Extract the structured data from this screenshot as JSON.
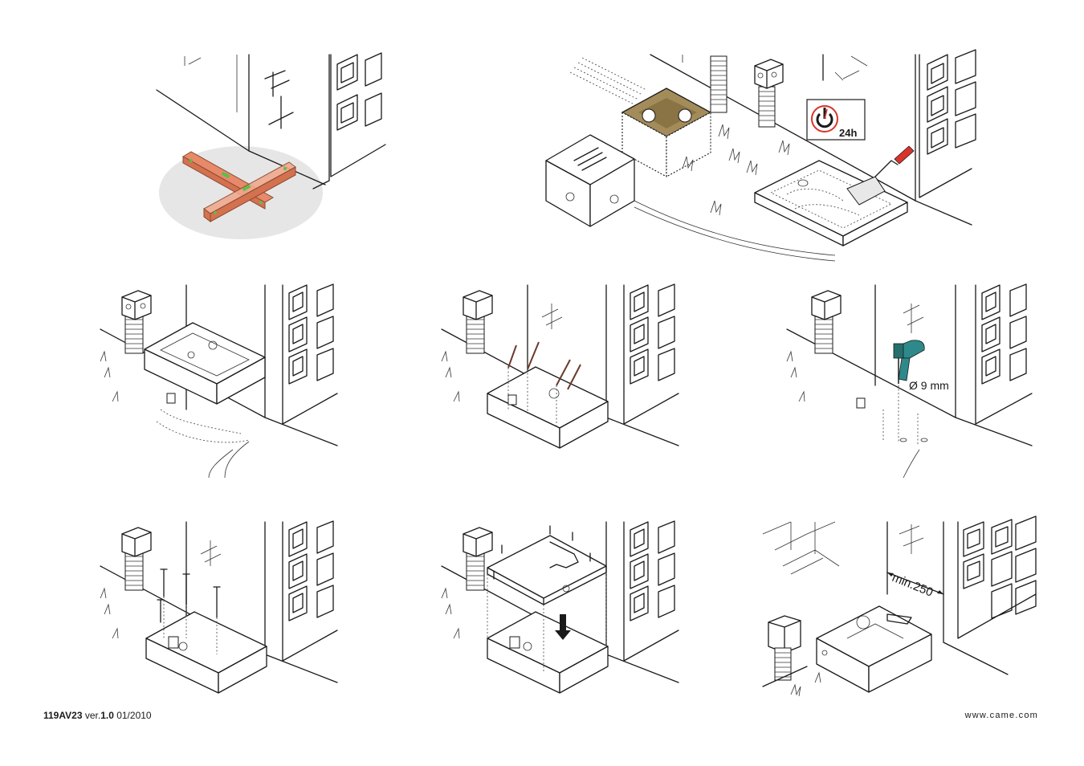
{
  "footer": {
    "doc_code": "119AV23",
    "version_prefix": " ver.",
    "version": "1.0",
    "date": " 01/2010",
    "website": "www.came.com"
  },
  "labels": {
    "timer": "24h",
    "drill_diameter": "Ø 9 mm",
    "min_distance": "min.250"
  },
  "colors": {
    "spirit_level": "#e8896a",
    "level_bubble": "#5cbf4a",
    "ground_shadow": "#e6e6e6",
    "conduit_box": "#a48c5a",
    "drill": "#2e8a8a",
    "trowel_handle": "#d8342c",
    "timer_accent": "#d8342c"
  },
  "icons": [
    "spirit-level-icon",
    "timer-24h-icon",
    "trowel-icon",
    "drill-icon",
    "screw-icon",
    "insert-arrow-icon"
  ]
}
